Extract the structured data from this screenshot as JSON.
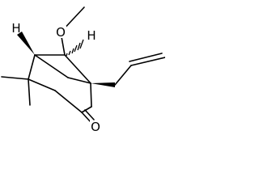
{
  "atoms": {
    "oxygen_ether": "O",
    "oxygen_ketone": "O",
    "hydrogen_left": "H",
    "hydrogen_right": "H"
  },
  "colors": {
    "bond": "#000000",
    "background": "#ffffff"
  }
}
